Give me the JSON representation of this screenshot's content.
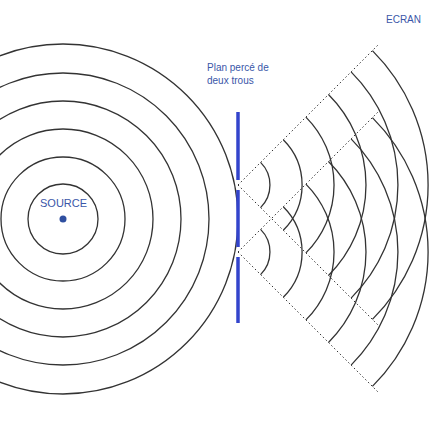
{
  "diagram": {
    "labels": [
      "SOURCE",
      "Plan percé de deux trous",
      "ECRAN"
    ]
  }
}
